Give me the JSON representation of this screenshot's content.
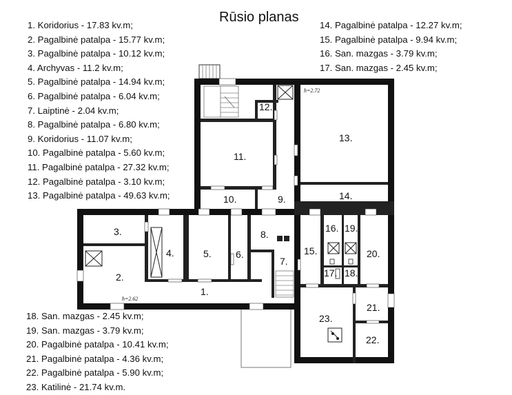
{
  "title": "Rūsio planas",
  "legend_top_left": [
    "1. Koridorius - 17.83 kv.m;",
    "2. Pagalbinė patalpa - 15.77 kv.m;",
    "3. Pagalbinė patalpa - 10.12 kv.m;",
    "4. Archyvas - 11.2 kv.m;",
    "5. Pagalbinė patalpa - 14.94 kv.m;",
    "6. Pagalbinė patalpa - 6.04 kv.m;",
    "7. Laiptinė - 2.04 kv.m;",
    "8. Pagalbinė patalpa - 6.80 kv.m;",
    "9. Koridorius - 11.07 kv.m;",
    "10. Pagalbinė patalpa -  5.60 kv.m;",
    "11. Pagalbinė patalpa - 27.32 kv.m;",
    "12. Pagalbinė patalpa - 3.10 kv.m;",
    "13. Pagalbinė patalpa - 49.63 kv.m;"
  ],
  "legend_top_right": [
    "14. Pagalbinė patalpa - 12.27 kv.m;",
    "15. Pagalbinė patalpa - 9.94 kv.m;",
    "16. San. mazgas - 3.79 kv.m;",
    "17. San. mazgas - 2.45 kv.m;"
  ],
  "legend_bottom": [
    "18. San. mazgas - 2.45 kv.m;",
    "19. San. mazgas - 3.79 kv.m;",
    "20. Pagalbinė patalpa - 10.41 kv.m;",
    "21. Pagalbinė patalpa - 4.36 kv.m;",
    "22. Pagalbinė patalpa - 5.90 kv.m;",
    "23. Katilinė - 21.74 kv.m."
  ],
  "rooms": {
    "r1": "1.",
    "r2": "2.",
    "r3": "3.",
    "r4": "4.",
    "r5": "5.",
    "r6": "6.",
    "r7": "7.",
    "r8": "8.",
    "r9": "9.",
    "r10": "10.",
    "r11": "11.",
    "r12": "12.",
    "r13": "13.",
    "r14": "14.",
    "r15": "15.",
    "r16": "16.",
    "r17": "17.",
    "r18": "18.",
    "r19": "19.",
    "r20": "20.",
    "r21": "21.",
    "r22": "22.",
    "r23": "23."
  },
  "height_notes": {
    "upper": "h=2.72",
    "lower": "h=2.62"
  }
}
